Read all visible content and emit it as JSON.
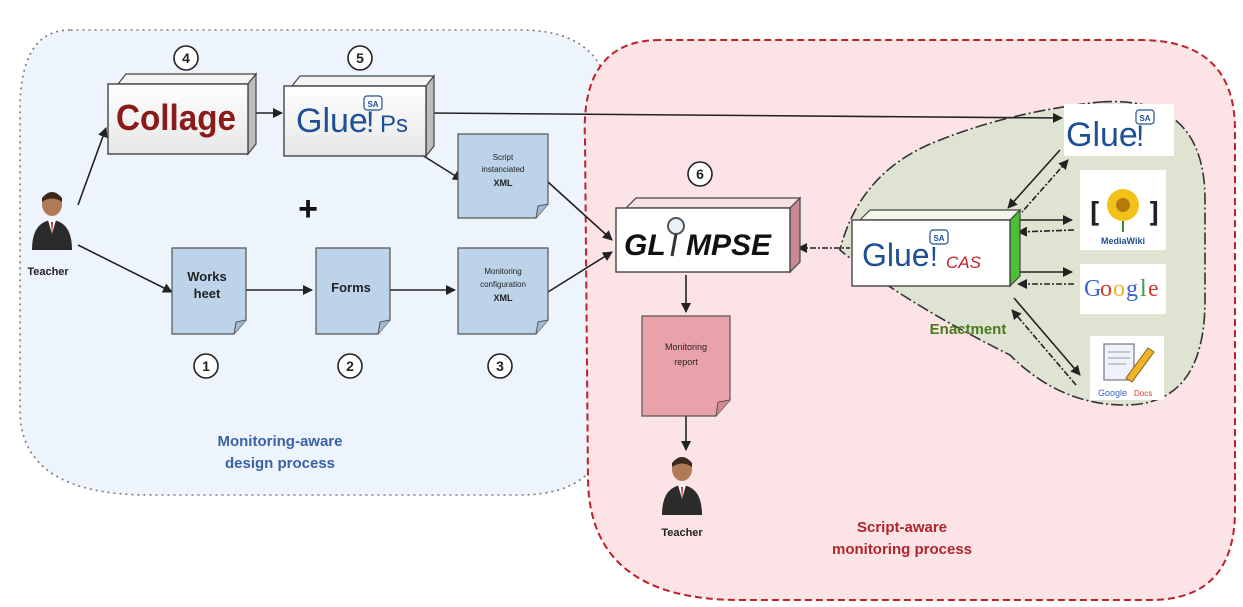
{
  "regions": {
    "design": {
      "line1": "Monitoring-aware",
      "line2": "design process"
    },
    "monitoring": {
      "line1": "Script-aware",
      "line2": "monitoring process"
    },
    "enactment": "Enactment"
  },
  "actors": {
    "teacher_design": "Teacher",
    "teacher_report": "Teacher"
  },
  "tools": {
    "collage": "Collage",
    "glueps": {
      "main": "Glue",
      "suffix": "Ps",
      "badge": "SA"
    },
    "glimpse": {
      "left": "GL",
      "right": "MPSE"
    },
    "gluecas": {
      "main": "Glue",
      "suffix": "CAS",
      "badge": "SA"
    },
    "glue_top": {
      "main": "Glue",
      "badge": "SA"
    }
  },
  "documents": {
    "script": {
      "line1": "Script",
      "line2": "instanciated",
      "line3": "XML"
    },
    "worksheet": {
      "line1": "Works",
      "line2": "heet"
    },
    "forms": {
      "line1": "Forms"
    },
    "monitoring_config": {
      "line1": "Monitoring",
      "line2": "configuration",
      "line3": "XML"
    },
    "report": {
      "line1": "Monitoring",
      "line2": "report"
    }
  },
  "steps": [
    "1",
    "2",
    "3",
    "4",
    "5",
    "6"
  ],
  "plus_sign": "+",
  "services": {
    "mediawiki": "MediaWiki",
    "google": [
      "G",
      "o",
      "o",
      "g",
      "l",
      "e"
    ],
    "google_docs": {
      "brand": "Google",
      "suffix": "Docs"
    }
  },
  "colors": {
    "design_fill": "#eef4fb",
    "monitoring_fill": "#fbe3e6",
    "monitoring_border": "#c0202a",
    "enactment_fill": "#dfe3d2",
    "doc_blue": "#bcd3ea",
    "doc_red": "#e9a2a9",
    "design_label": "#3a62a6",
    "monitoring_label": "#b0262e",
    "enactment_label": "#4a7a1e",
    "glue_blue": "#1f4f95",
    "cas_green": "#4bbf35",
    "glimpse_pink": "#f0c7cd",
    "collage_red": "#a02323"
  }
}
